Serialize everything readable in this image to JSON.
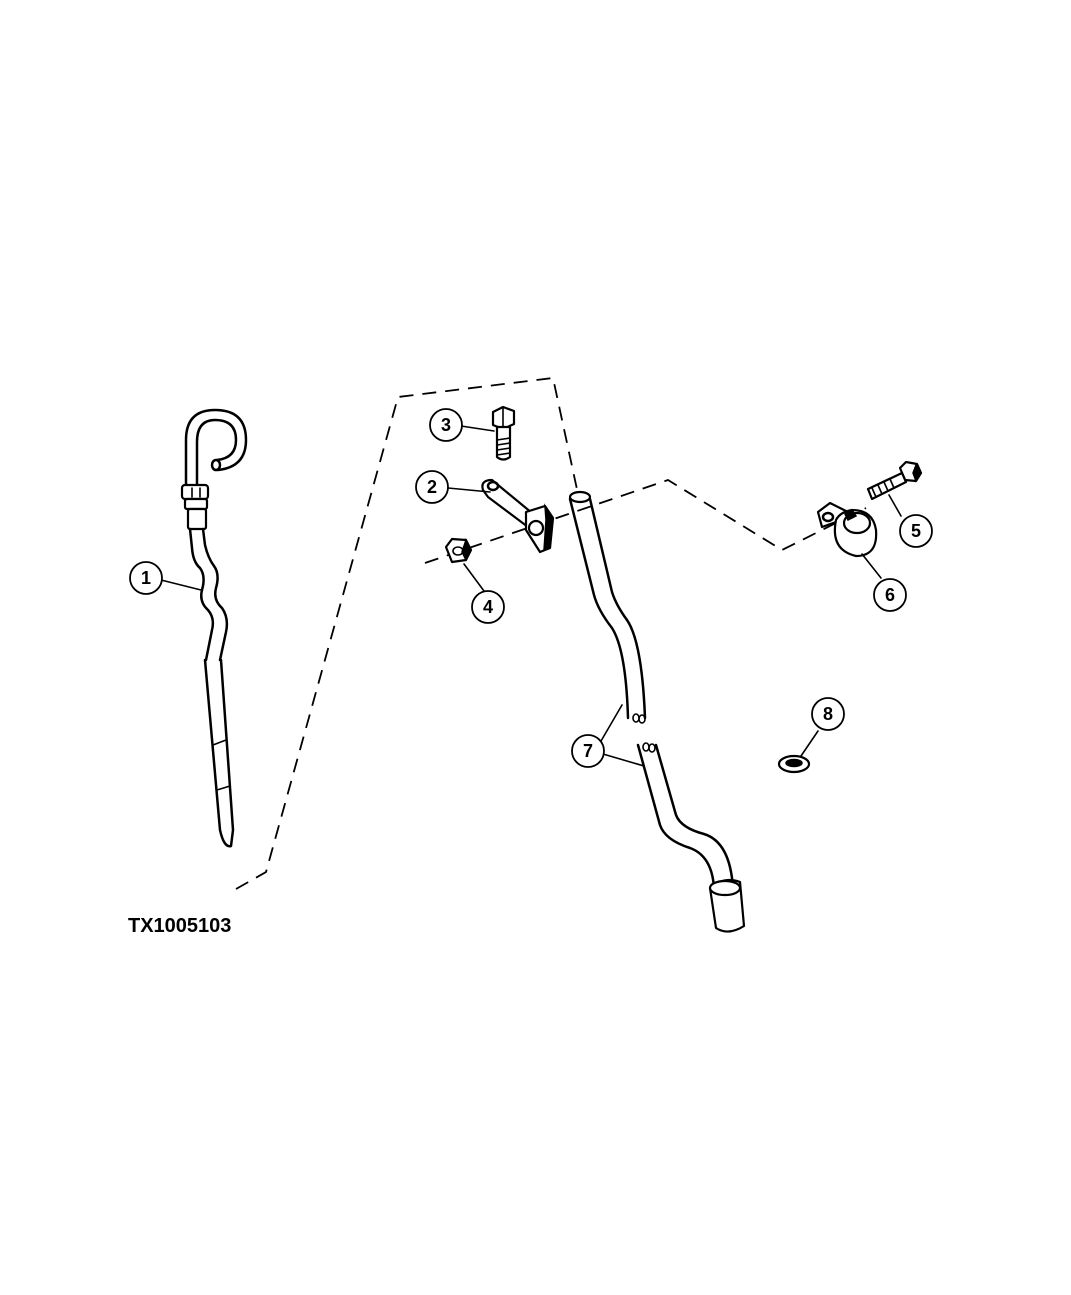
{
  "figure_code": "TX1005103",
  "callouts": [
    "1",
    "2",
    "3",
    "4",
    "5",
    "6",
    "7",
    "8"
  ]
}
